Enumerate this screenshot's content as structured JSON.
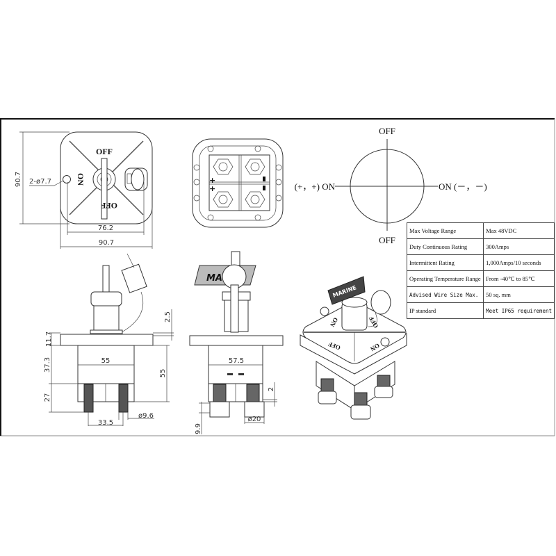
{
  "top_view": {
    "dim_height": "90.7",
    "hole_callout": "2-ø7.7",
    "label_on": "ON",
    "label_off": "OFF",
    "label_off_inverted": "OFF",
    "dim_hole_spacing": "76.2",
    "dim_width": "90.7"
  },
  "terminal_view": {
    "plus_symbol": "+",
    "minus_symbol": "−"
  },
  "switch_positions": {
    "top": "OFF",
    "bottom": "OFF",
    "left": "(+，+) ON",
    "right": "ON (－，－)"
  },
  "side_view": {
    "dim_flange": "11.7",
    "dim_body": "37.3",
    "dim_studs": "27",
    "dim_body_width": "55",
    "dim_total_height": "55",
    "dim_top": "2.5",
    "dim_stud_spacing": "33.5",
    "dim_stud_dia": "ø9.6"
  },
  "front_view": {
    "dim_body_width": "57.5",
    "dim_gap": "2",
    "dim_nut": "ø20",
    "dim_nut_height": "9.9",
    "tag_text": "MA"
  },
  "iso_view": {
    "tag_text": "MARINE",
    "labels": [
      "ON",
      "OFF",
      "OFF",
      "ON"
    ]
  },
  "specs": {
    "rows": [
      {
        "label": "Max Voltage Range",
        "value": "Max 48VDC"
      },
      {
        "label": "Duty Continuous Rating",
        "value": "300Amps"
      },
      {
        "label": "Intermittent Rating",
        "value": "1,000Amps/10 seconds"
      },
      {
        "label": "Operating Temperature Range",
        "value": "From -40℃ to 85℃"
      },
      {
        "label": "Advised Wire Size Max.",
        "value": "50 sq. mm"
      },
      {
        "label": "IP standard",
        "value": "Meet IP65 requirement"
      }
    ]
  }
}
